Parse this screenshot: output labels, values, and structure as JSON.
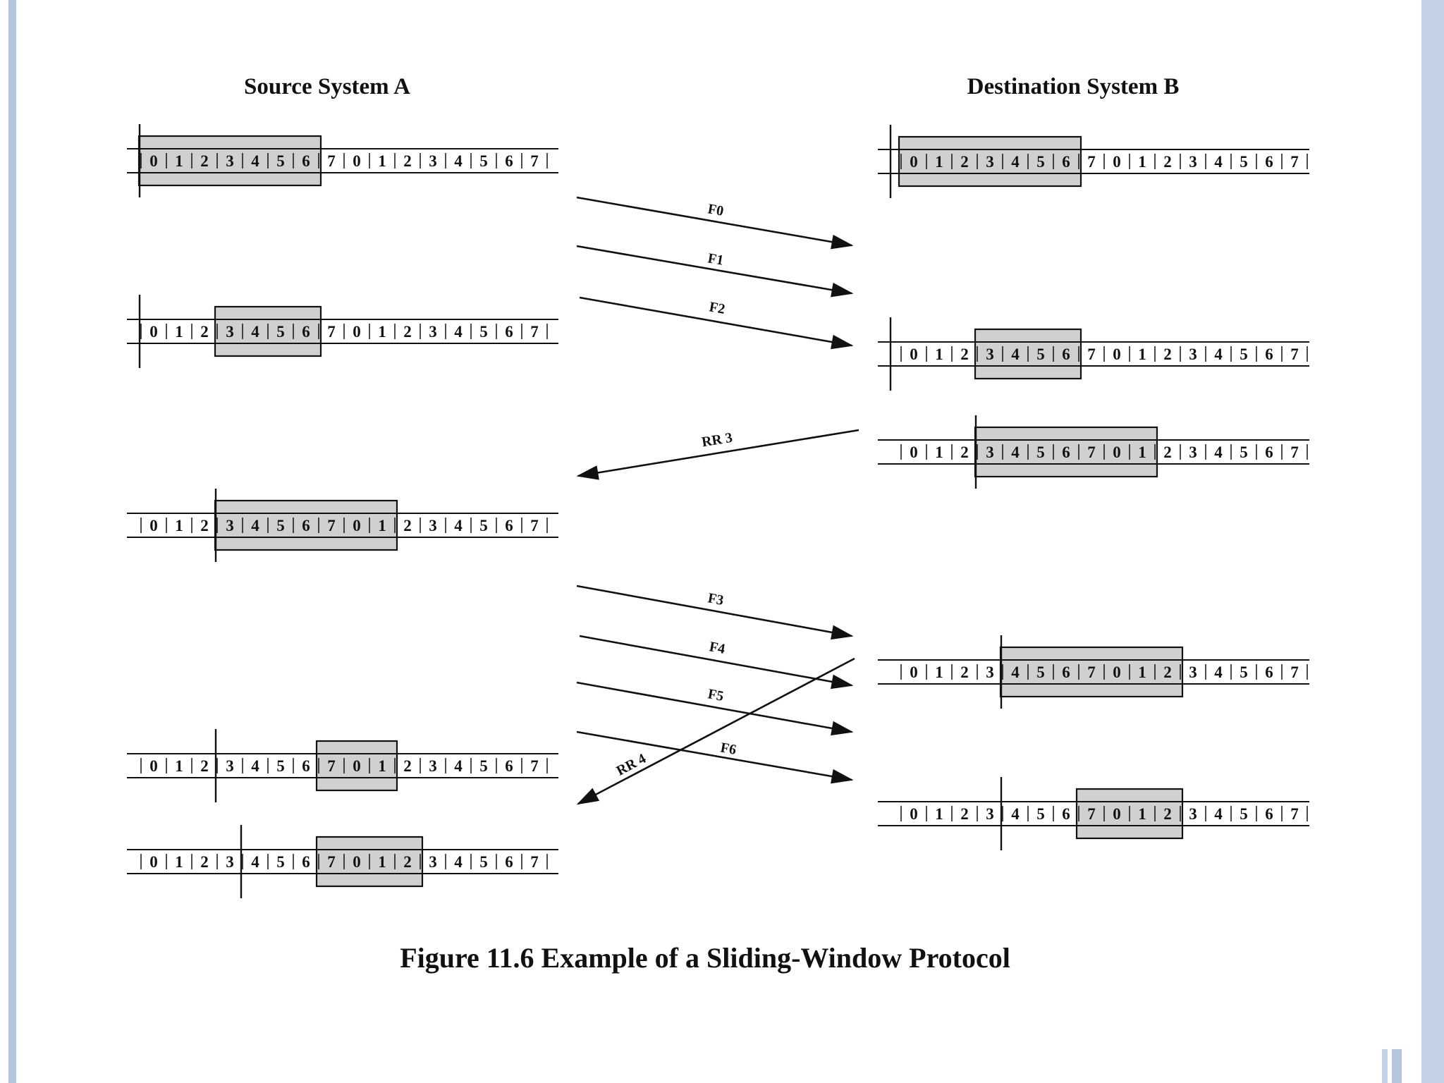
{
  "colors": {
    "window_fill": "#d0d0d0",
    "line": "#111111",
    "slide_border": "#b7c6df"
  },
  "source_title": "Source System A",
  "dest_title": "Destination System B",
  "caption": "Figure 11.6   Example of a Sliding-Window Protocol",
  "sequence": [
    "0",
    "1",
    "2",
    "3",
    "4",
    "5",
    "6",
    "7",
    "0",
    "1",
    "2",
    "3",
    "4",
    "5",
    "6",
    "7"
  ],
  "source_rows": [
    {
      "window_start": 0,
      "window_end": 6,
      "marker": 0
    },
    {
      "window_start": 3,
      "window_end": 6,
      "marker": 0
    },
    {
      "window_start": 3,
      "window_end": 9,
      "marker": 3
    },
    {
      "window_start": 7,
      "window_end": 9,
      "marker": 3
    },
    {
      "window_start": 7,
      "window_end": 10,
      "marker": 4
    }
  ],
  "dest_rows": [
    {
      "window_start": 0,
      "window_end": 6,
      "marker": 0
    },
    {
      "window_start": 3,
      "window_end": 6,
      "marker": 0
    },
    {
      "window_start": 3,
      "window_end": 9,
      "marker": 3
    },
    {
      "window_start": 4,
      "window_end": 10,
      "marker": 4
    },
    {
      "window_start": 7,
      "window_end": 10,
      "marker": 4
    }
  ],
  "arrows": [
    {
      "label": "F0",
      "direction": "A_to_B"
    },
    {
      "label": "F1",
      "direction": "A_to_B"
    },
    {
      "label": "F2",
      "direction": "A_to_B"
    },
    {
      "label": "RR 3",
      "direction": "B_to_A"
    },
    {
      "label": "F3",
      "direction": "A_to_B"
    },
    {
      "label": "F4",
      "direction": "A_to_B"
    },
    {
      "label": "F5",
      "direction": "A_to_B"
    },
    {
      "label": "F6",
      "direction": "A_to_B"
    },
    {
      "label": "RR 4",
      "direction": "B_to_A"
    }
  ]
}
